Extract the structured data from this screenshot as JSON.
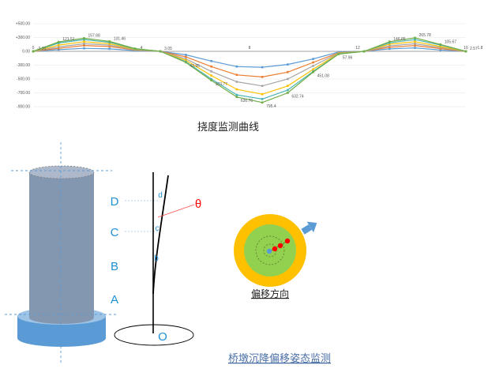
{
  "chart_data": {
    "type": "line",
    "y_ticks": [
      "+500.00",
      "+300.00",
      "0.00",
      "-300.00",
      "-500.00",
      "-700.00",
      "-900.00"
    ],
    "y_tick_values": [
      200,
      100,
      0,
      -100,
      -200,
      -300,
      -400
    ],
    "x_ticks": [
      "0",
      "4",
      "8",
      "12",
      "16"
    ],
    "x_tick_values": [
      0,
      4,
      8,
      12,
      16
    ],
    "x_end_label": "1.8",
    "x": [
      0,
      1,
      2,
      3,
      4,
      5,
      6,
      7,
      8,
      9,
      10,
      11,
      12,
      13,
      14,
      15,
      16,
      17
    ],
    "series": [
      {
        "color": "#5b9bd5",
        "values": [
          0,
          12,
          22,
          18,
          5,
          0,
          -25,
          -70,
          -110,
          -115,
          -95,
          -55,
          -5,
          0,
          18,
          25,
          10,
          0
        ]
      },
      {
        "color": "#ed7d31",
        "values": [
          0,
          22,
          42,
          35,
          10,
          0,
          -40,
          -110,
          -170,
          -185,
          -150,
          -80,
          -10,
          0,
          30,
          42,
          20,
          0
        ]
      },
      {
        "color": "#a5a5a5",
        "values": [
          0,
          32,
          55,
          45,
          12,
          0,
          -55,
          -145,
          -220,
          -250,
          -200,
          -105,
          -12,
          0,
          40,
          55,
          28,
          0
        ]
      },
      {
        "color": "#ffc000",
        "values": [
          0,
          45,
          70,
          55,
          15,
          0,
          -65,
          -175,
          -275,
          -310,
          -250,
          -130,
          -15,
          0,
          52,
          70,
          35,
          0
        ]
      },
      {
        "color": "#4ab4b0",
        "values": [
          0,
          60,
          85,
          65,
          18,
          0,
          -75,
          -200,
          -315,
          -345,
          -280,
          -145,
          -18,
          0,
          62,
          85,
          45,
          0
        ]
      },
      {
        "color": "#70ad47",
        "values": [
          0,
          68,
          95,
          72,
          20,
          0,
          -80,
          -210,
          -330,
          -370,
          -300,
          -150,
          -20,
          0,
          70,
          98,
          50,
          0
        ]
      }
    ],
    "data_labels": [
      "-2.31",
      "121.51",
      "157.68",
      "131.46",
      "3.05",
      "43.95",
      "103.77",
      "636.76",
      "795.4",
      "632.74",
      "451.08",
      "57.96",
      "146.85",
      "265.78",
      "105.67",
      "2.57"
    ]
  },
  "chart_caption": "挠度监测曲线",
  "pier": {
    "level_labels": [
      "D",
      "C",
      "B",
      "A"
    ],
    "point_labels": [
      "d",
      "c",
      "b"
    ],
    "origin_label": "O",
    "angle_label": "θ"
  },
  "offset_caption": "偏移方向",
  "footer_caption": "桥墩沉降偏移姿态监测",
  "colors": {
    "pier_body": "#8497b0",
    "pier_base": "#5b9bd5",
    "outer_ring": "#ffc000",
    "inner_disc": "#92d050",
    "arrow": "#5b9bd5",
    "accent_red": "#ff0000",
    "label_blue": "#1e90d6"
  }
}
